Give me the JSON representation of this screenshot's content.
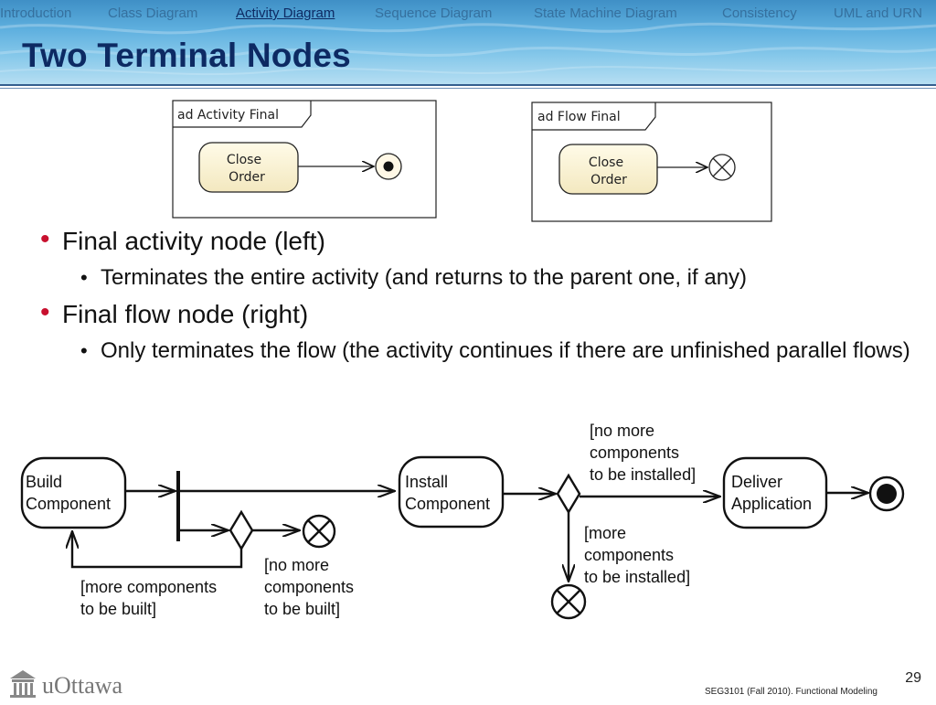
{
  "nav": {
    "items": [
      {
        "label": "Introduction",
        "active": false
      },
      {
        "label": "Class Diagram",
        "active": false
      },
      {
        "label": "Activity Diagram",
        "active": true
      },
      {
        "label": "Sequence Diagram",
        "active": false
      },
      {
        "label": "State Machine Diagram",
        "active": false
      },
      {
        "label": "Consistency",
        "active": false
      },
      {
        "label": "UML and URN",
        "active": false
      }
    ]
  },
  "slide_title": "Two Terminal Nodes",
  "examples": {
    "left": {
      "frame_label": "ad Activity Final",
      "action_line1": "Close",
      "action_line2": "Order",
      "final_type": "activity-final"
    },
    "right": {
      "frame_label": "ad Flow Final",
      "action_line1": "Close",
      "action_line2": "Order",
      "final_type": "flow-final"
    }
  },
  "bullets": [
    {
      "text": "Final activity node (left)",
      "sub": "Terminates the entire activity (and returns to the parent one, if any)"
    },
    {
      "text": "Final flow node (right)",
      "sub": "Only terminates the flow (the activity continues if there are unfinished parallel flows)"
    }
  ],
  "diagram": {
    "build": "Build\nComponent",
    "install": "Install\nComponent",
    "deliver": "Deliver\nApplication",
    "guard_no_more_install": "[no more\ncomponents\nto be installed]",
    "guard_more_install": "[more\ncomponents\nto be installed]",
    "guard_no_more_build": "[no more\ncomponents\nto be built]",
    "guard_more_build": "[more components\nto be built]"
  },
  "footer": {
    "logo": "uOttawa",
    "page_number": "29",
    "course": "SEG3101 (Fall 2010).   Functional Modeling"
  },
  "colors": {
    "title": "#0d2a63",
    "bullet_accent": "#c8102e",
    "nav_active": "#0d2a63",
    "nav_inactive": "#35709e"
  }
}
